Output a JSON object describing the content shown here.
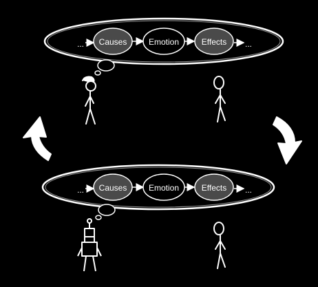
{
  "colors": {
    "background": "#000000",
    "line": "#ffffff",
    "node_fill_dark": "#4a4a4a",
    "node_fill_black": "#000000"
  },
  "top_chain": {
    "lead_ellipsis": "...",
    "trail_ellipsis": "...",
    "nodes": [
      {
        "label": "Causes",
        "fill": "dark"
      },
      {
        "label": "Emotion",
        "fill": "black"
      },
      {
        "label": "Effects",
        "fill": "dark"
      }
    ]
  },
  "bottom_chain": {
    "lead_ellipsis": "...",
    "trail_ellipsis": "...",
    "nodes": [
      {
        "label": "Causes",
        "fill": "dark"
      },
      {
        "label": "Emotion",
        "fill": "black"
      },
      {
        "label": "Effects",
        "fill": "dark"
      }
    ]
  },
  "figures": {
    "top_left": "human-with-hair",
    "top_right": "human",
    "bottom_left": "robot",
    "bottom_right": "human"
  },
  "arrows": {
    "left": "curved-arrow-up-icon",
    "right": "curved-arrow-down-icon"
  }
}
